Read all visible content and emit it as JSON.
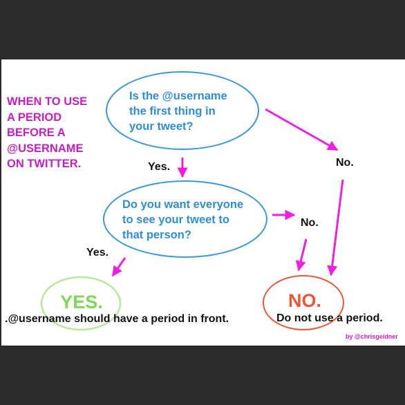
{
  "title": [
    "WHEN TO USE",
    "A PERIOD",
    "BEFORE A",
    "@USERNAME",
    "ON TWITTER."
  ],
  "question1": [
    "Is the @username",
    "the first thing in",
    "your tweet?"
  ],
  "question2": [
    "Do you want everyone",
    "to see your tweet to",
    "that person?"
  ],
  "answers": {
    "q1_yes": "Yes.",
    "q1_no": "No.",
    "q2_no": "No.",
    "q2_yes": "Yes."
  },
  "results": {
    "yes_label": "YES.",
    "yes_caption": ".@username should have a period in front.",
    "no_label": "NO.",
    "no_caption": "Do not use a period."
  },
  "credit": "by @chrisgeidner",
  "colors": {
    "magenta": "#c51fc1",
    "blue": "#2f8ed2",
    "green": "#7ed957",
    "red": "#e8573a"
  }
}
